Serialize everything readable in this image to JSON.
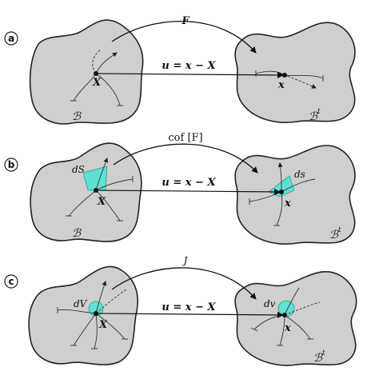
{
  "panels": [
    {
      "id": "a",
      "top_label": "F",
      "equation": "u = x − X",
      "ref_point": "X",
      "cur_point": "x",
      "ref_body": "ℬ",
      "cur_body": "ℬ",
      "cur_body_sup": "t",
      "ref_element": "",
      "cur_element": ""
    },
    {
      "id": "b",
      "top_label": "cof [F]",
      "equation": "u = x − X",
      "ref_point": "X",
      "cur_point": "x",
      "ref_body": "ℬ",
      "cur_body": "ℬ",
      "cur_body_sup": "t",
      "ref_element": "dS",
      "cur_element": "ds"
    },
    {
      "id": "c",
      "top_label": "J",
      "equation": "u = x − X",
      "ref_point": "X",
      "cur_point": "x",
      "ref_body": "ℬ",
      "cur_body": "ℬ",
      "cur_body_sup": "t",
      "ref_element": "dV",
      "cur_element": "dv"
    }
  ],
  "colors": {
    "body_fill": "#cfcfcf",
    "element_fill": "#5fe0d0",
    "line": "#111111"
  }
}
